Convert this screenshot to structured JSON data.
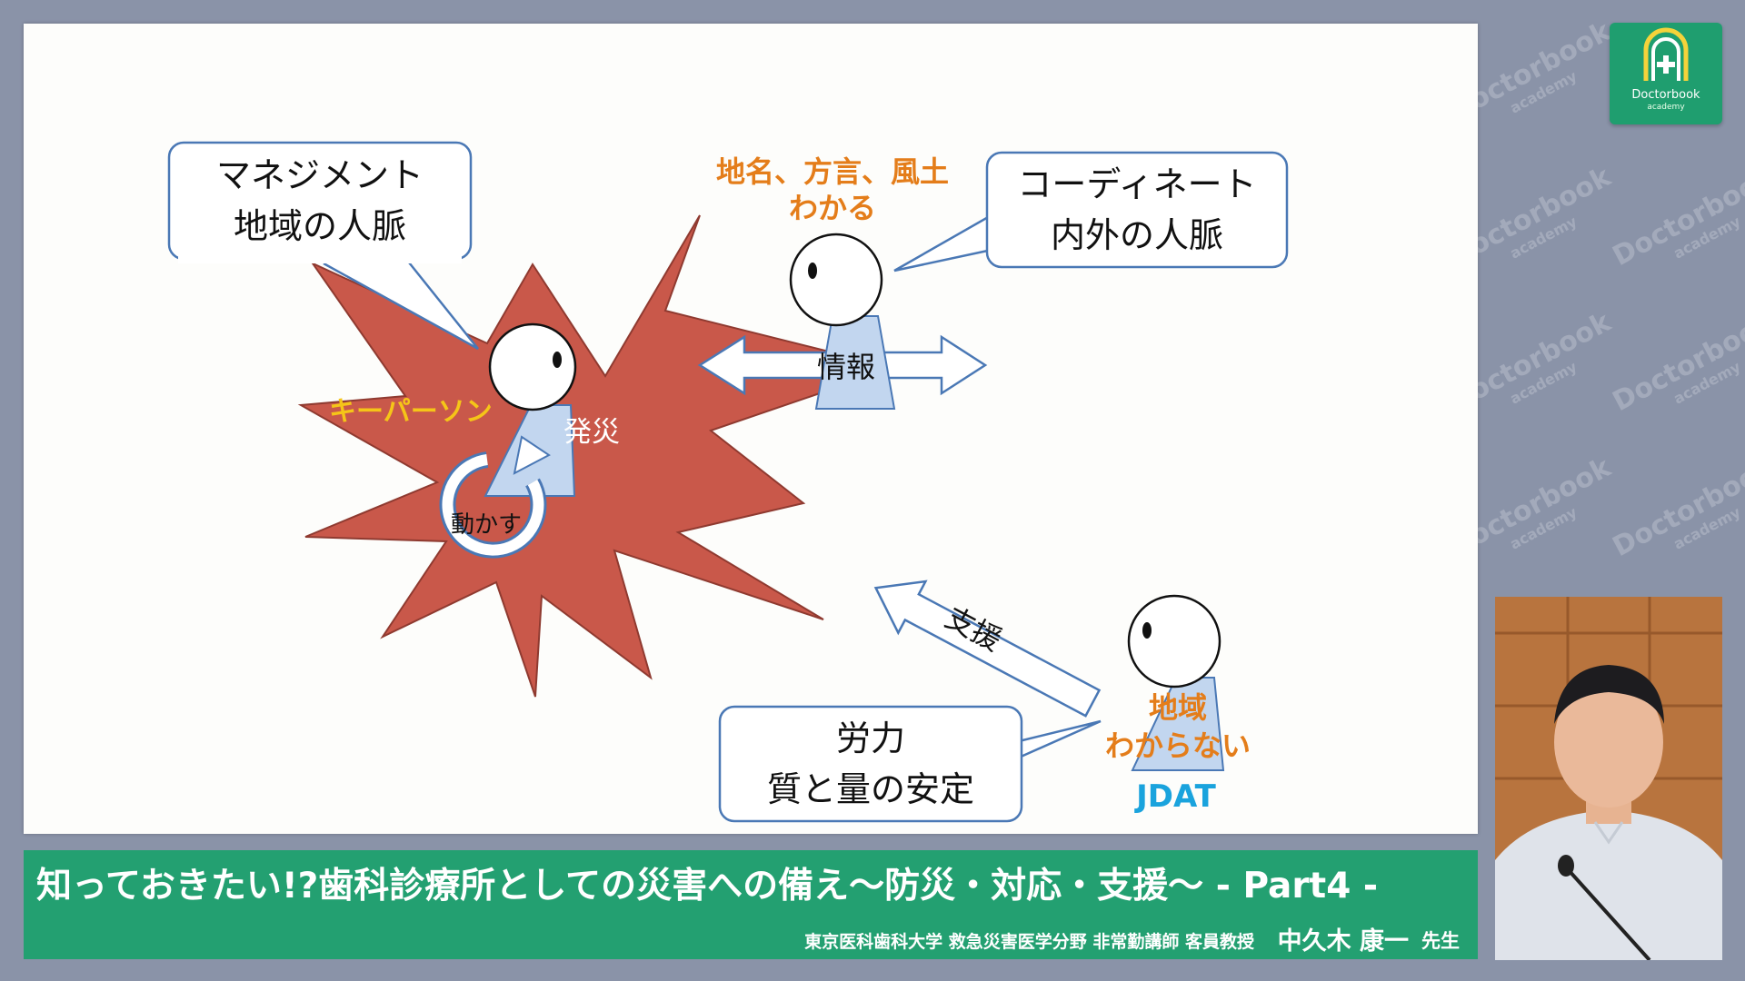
{
  "watermark": {
    "brand": "Doctorbook",
    "sub": "academy"
  },
  "logo": {
    "name": "Doctorbook",
    "sub": "academy",
    "icon": "shield-plus-icon"
  },
  "slide": {
    "box_left": [
      "マネジメント",
      "地域の人脈"
    ],
    "box_right": [
      "コーディネート",
      "内外の人脈"
    ],
    "box_bottom": [
      "労力",
      "質と量の安定"
    ],
    "orange_top": [
      "地名、方言、風土",
      "わかる"
    ],
    "keyperson": "キーパーソン",
    "disaster": "発災",
    "move": "動かす",
    "info": "情報",
    "support": "支援",
    "orange_bottom": [
      "地域",
      "わからない"
    ],
    "jdat": "JDAT"
  },
  "caption": {
    "title": "知っておきたい!?歯科診療所としての災害への備え〜防災・対応・支援〜 - Part4 -",
    "affiliation": "東京医科歯科大学 救急災害医学分野 非常勤講師 客員教授",
    "presenter_name": "中久木 康一",
    "honorific": "先生"
  },
  "colors": {
    "burst": "#c9584a",
    "callout_border": "#4a78b5",
    "person_body": "#c2d6ef",
    "orange_text": "#e47d1a",
    "keyperson_text": "#f5c518",
    "jdat_text": "#1aa3dd",
    "caption_bg": "#23a071"
  }
}
